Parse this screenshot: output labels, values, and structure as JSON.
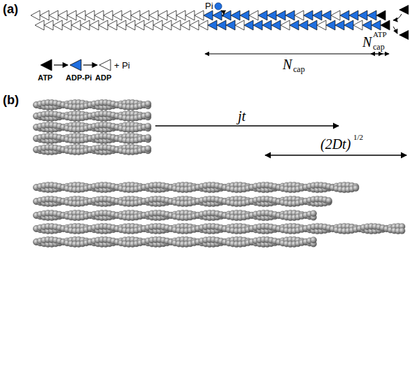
{
  "diagram": {
    "labels": [
      "(a)",
      "Pi",
      "ATP",
      "ADP-Pi",
      "ADP",
      "+ Pi",
      "N",
      "cap",
      "N",
      "cap",
      "ATP",
      "(b)",
      "jt",
      "(2Dt)",
      "1/2"
    ]
  }
}
